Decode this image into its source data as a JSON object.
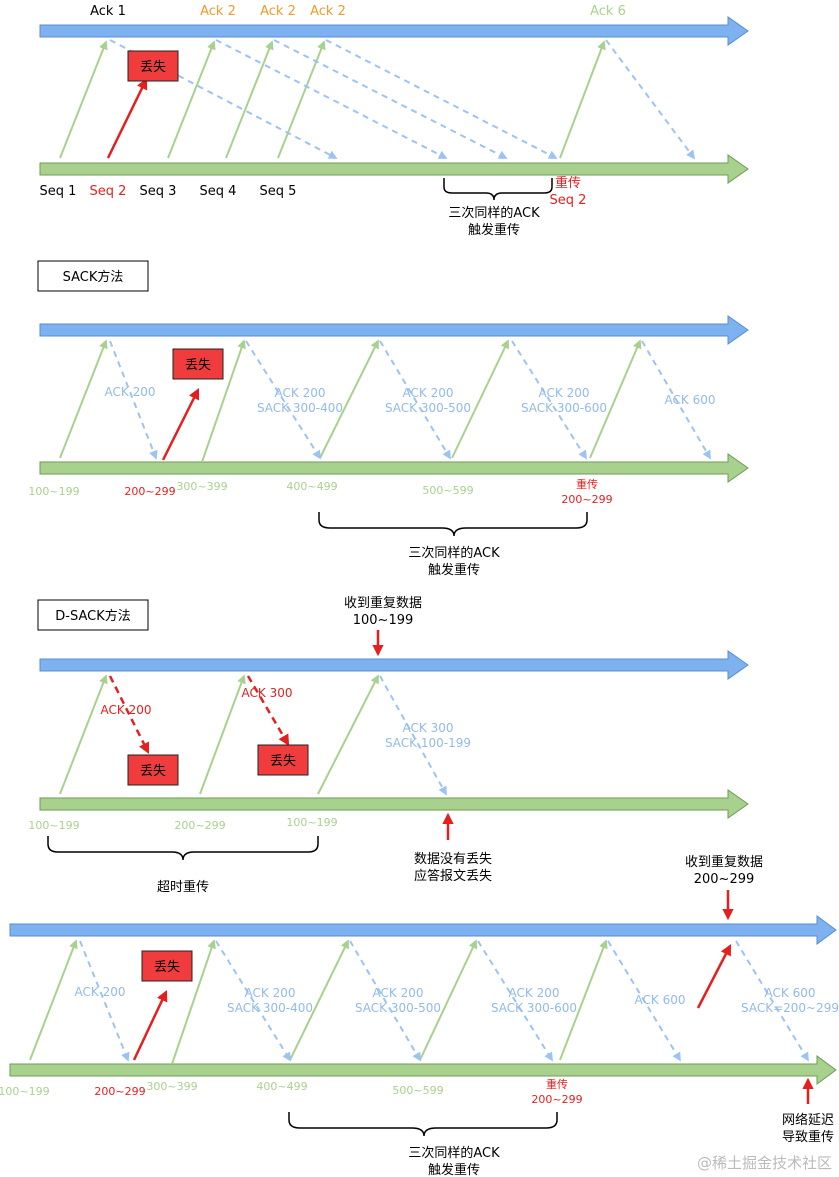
{
  "colors": {
    "receiver_line": "#7EB1F0",
    "sender_line": "#A9D18E",
    "send_arrow": "#A9D18E",
    "ack_arrow": "#9DC3F2",
    "lost_arrow": "#E51F1F",
    "lost_box_fill": "#F03C3C",
    "orange_label": "#F39A2B",
    "green_label": "#A9D18E",
    "blue_label": "#92BBEA",
    "red_label": "#E51F1F",
    "black_label": "#000000",
    "watermark": "#BBBBBB"
  },
  "section1": {
    "acks": [
      "Ack 1",
      "Ack 2",
      "Ack 2",
      "Ack 2",
      "Ack 6"
    ],
    "seqs": [
      "Seq 1",
      "Seq 2",
      "Seq 3",
      "Seq 4",
      "Seq 5"
    ],
    "lost": "丢失",
    "retransmit": "重传",
    "retransmit_seq": "Seq 2",
    "trigger_line1": "三次同样的ACK",
    "trigger_line2": "触发重传"
  },
  "section2": {
    "title": "SACK方法",
    "lost": "丢失",
    "acks": [
      "ACK 200",
      "ACK 200",
      "SACK 300-400",
      "ACK 200",
      "SACK 300-500",
      "ACK 200",
      "SACK 300-600",
      "ACK 600"
    ],
    "seqs": [
      "100~199",
      "200~299",
      "300~399",
      "400~499",
      "500~599"
    ],
    "retransmit": "重传",
    "retransmit_seq": "200~299",
    "trigger_line1": "三次同样的ACK",
    "trigger_line2": "触发重传"
  },
  "section3": {
    "title": "D-SACK方法",
    "dup_line1": "收到重复数据",
    "dup_line2": "100~199",
    "acks": [
      "ACK 200",
      "ACK 300",
      "ACK 300",
      "SACK 100-199"
    ],
    "lost": "丢失",
    "seqs": [
      "100~199",
      "200~299",
      "100~199"
    ],
    "timeout": "超时重传",
    "note_line1": "数据没有丢失",
    "note_line2": "应答报文丢失"
  },
  "section4": {
    "dup_line1": "收到重复数据",
    "dup_line2": "200~299",
    "lost": "丢失",
    "acks": [
      "ACK 200",
      "ACK 200",
      "SACK 300-400",
      "ACK 200",
      "SACK 300-500",
      "ACK 200",
      "SACK 300-600",
      "ACK 600",
      "ACK 600",
      "SACK=200~299"
    ],
    "seqs": [
      "100~199",
      "200~299",
      "300~399",
      "400~499",
      "500~599"
    ],
    "retransmit": "重传",
    "retransmit_seq": "200~299",
    "trigger_line1": "三次同样的ACK",
    "trigger_line2": "触发重传",
    "delay_line1": "网络延迟",
    "delay_line2": "导致重传"
  },
  "watermark": "@稀土掘金技术社区"
}
